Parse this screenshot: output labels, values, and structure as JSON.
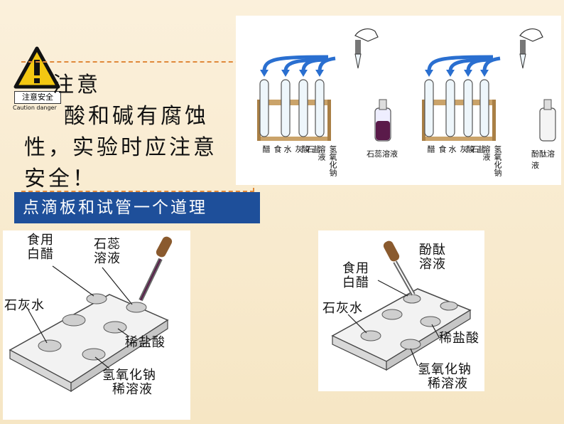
{
  "warning": {
    "label": "注意安全",
    "subtitle": "Caution danger",
    "colors": {
      "sign_yellow": "#f3c712",
      "sign_black": "#111111"
    }
  },
  "note": {
    "title": "注意",
    "lines": [
      "酸和碱有腐蚀",
      "性，实验时应注意",
      "安全！"
    ]
  },
  "tip": {
    "text": "点滴板和试管一个道理"
  },
  "test_tube_figure": {
    "left_group": {
      "tube_labels": [
        "食醋",
        "石灰水",
        "盐酸",
        "氢氧化钠溶液"
      ],
      "reagent": "石蕊溶液"
    },
    "right_group": {
      "tube_labels": [
        "食醋",
        "石灰水",
        "盐酸",
        "氢氧化钠溶液"
      ],
      "reagent": "酚酞溶液"
    }
  },
  "plate_left": {
    "labels": {
      "vinegar_1": "食用",
      "vinegar_2": "白醋",
      "indicator_1": "石蕊",
      "indicator_2": "溶液",
      "limewater": "石灰水",
      "hcl": "稀盐酸",
      "naoh_1": "氢氧化钠",
      "naoh_2": "稀溶液"
    }
  },
  "plate_right": {
    "labels": {
      "vinegar_1": "食用",
      "vinegar_2": "白醋",
      "indicator_1": "酚酞",
      "indicator_2": "溶液",
      "limewater": "石灰水",
      "hcl": "稀盐酸",
      "naoh_1": "氢氧化钠",
      "naoh_2": "稀溶液"
    }
  },
  "colors": {
    "background": "#f7e9cc",
    "dashed_border": "#e0893a",
    "tip_bar": "#1e4f9a",
    "arrow_blue": "#2a6fd0",
    "rack_wood": "#caa36a",
    "litmus": "#5a1a4a"
  }
}
